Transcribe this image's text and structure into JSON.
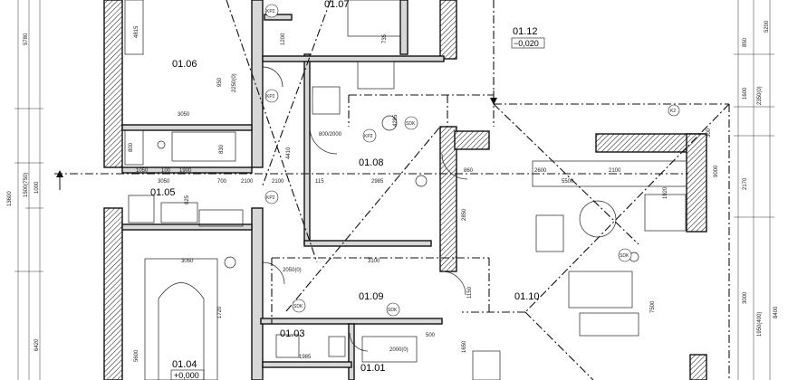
{
  "rooms": [
    {
      "id": "0107",
      "label": "01.07"
    },
    {
      "id": "0106",
      "label": "01.06"
    },
    {
      "id": "0112",
      "label": "01.12",
      "level": "−0,020"
    },
    {
      "id": "0108",
      "label": "01.08"
    },
    {
      "id": "0105",
      "label": "01.05"
    },
    {
      "id": "0109",
      "label": "01.09"
    },
    {
      "id": "0110",
      "label": "01.10"
    },
    {
      "id": "0103",
      "label": "01.03"
    },
    {
      "id": "0104",
      "label": "01.04",
      "level": "+0,000"
    },
    {
      "id": "0101",
      "label": "01.01"
    }
  ],
  "dimensions": {
    "left_5780": "5780",
    "left_13600": "13600",
    "left_1500": "1500(750)",
    "left_1000": "1000",
    "left_6420": "6420",
    "d_3050_a": "3050",
    "d_3050_b": "3050",
    "d_3050_c": "3050",
    "d_4815": "4815",
    "d_950": "950",
    "d_2250": "2250(0)",
    "d_1900": "1900",
    "d_1050": "1050",
    "d_100": "100",
    "d_800": "800",
    "d_830": "830",
    "d_825": "825",
    "d_700": "700",
    "d_2100_a": "2100",
    "d_2100_b": "2100",
    "d_2100_c": "2100",
    "d_4285": "4285",
    "d_4410": "4410",
    "d_2985": "2985",
    "d_115": "115",
    "d_800_2000": "800/2000",
    "d_3100": "3100",
    "d_2050": "2050(0)",
    "d_2850": "2850",
    "d_2600": "2600",
    "d_5500": "5500",
    "d_1920": "1920",
    "d_860": "860",
    "d_2170": "2170",
    "d_3000": "3000",
    "d_1950": "1950(400)",
    "d_1600": "1600",
    "d_2350": "2350(0)",
    "d_8400": "8400",
    "d_850": "850",
    "d_5200": "5200",
    "d_1150": "1150",
    "d_7500": "7500",
    "d_5600": "5600",
    "d_1720": "1720",
    "d_1985": "1985",
    "d_2000_0": "2000(0)",
    "d_500": "500",
    "d_1650": "1650",
    "d_735": "735",
    "d_1200": "1200",
    "d_300": "300",
    "d_9000": "9000"
  },
  "tags": {
    "kp2_a": "KP2",
    "kp2_b": "KP2",
    "kp2_c": "KP2",
    "kp2_d": "KP2",
    "k2": "K2",
    "sdk_a": "SDK",
    "sdk_b": "SDK",
    "sdk_c": "SDK",
    "sdk_d": "SDK"
  }
}
